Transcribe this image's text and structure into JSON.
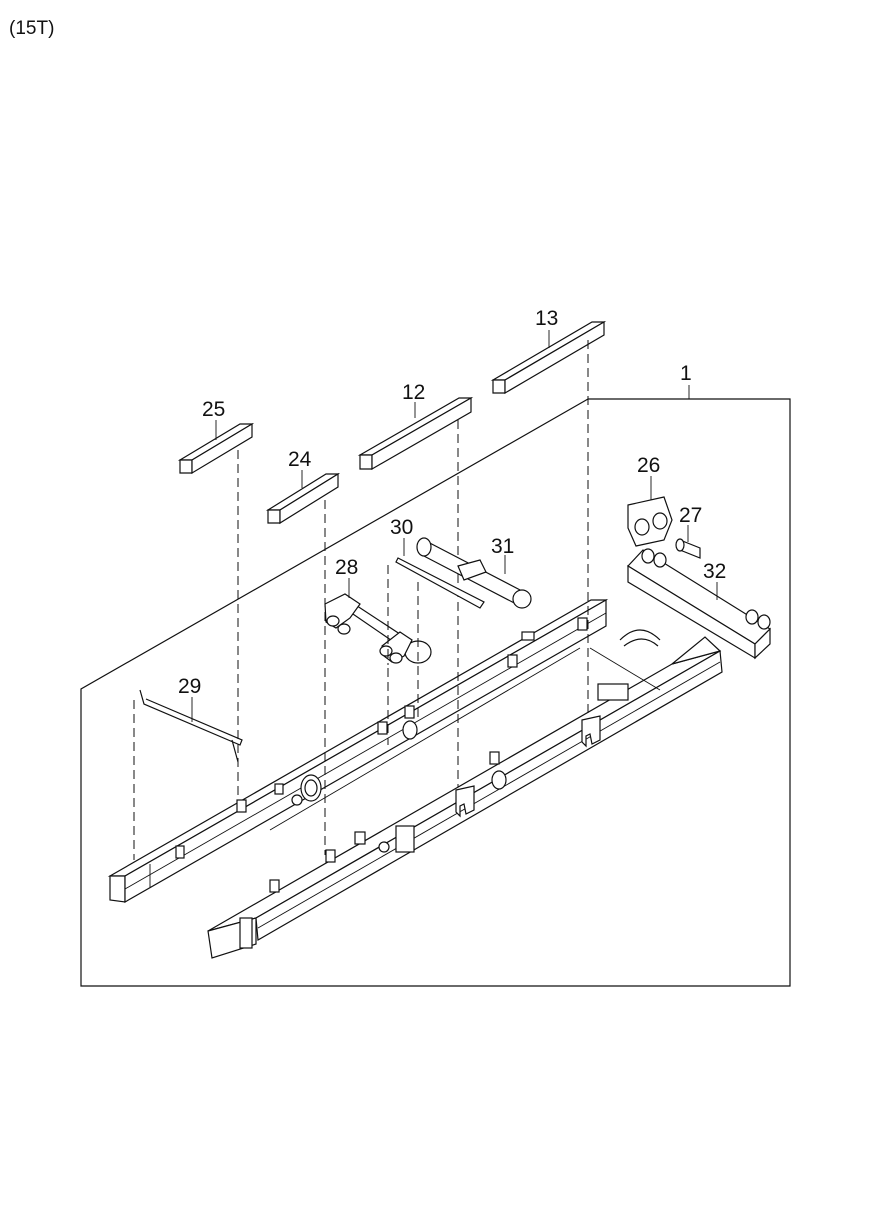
{
  "page": {
    "title": "(15T)"
  },
  "diagram": {
    "labels": {
      "p1": "1",
      "p12": "12",
      "p13": "13",
      "p24": "24",
      "p25": "25",
      "p26": "26",
      "p27": "27",
      "p28": "28",
      "p29": "29",
      "p30": "30",
      "p31": "31",
      "p32": "32"
    }
  }
}
